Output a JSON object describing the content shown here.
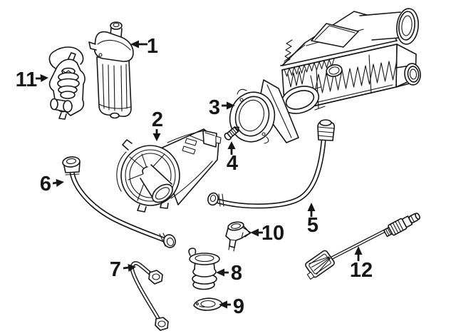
{
  "diagram": {
    "colors": {
      "background": "#ffffff",
      "line": "#161616"
    },
    "callouts": [
      {
        "num": "1"
      },
      {
        "num": "2"
      },
      {
        "num": "3"
      },
      {
        "num": "4"
      },
      {
        "num": "5"
      },
      {
        "num": "6"
      },
      {
        "num": "7"
      },
      {
        "num": "8"
      },
      {
        "num": "9"
      },
      {
        "num": "10"
      },
      {
        "num": "11"
      },
      {
        "num": "12"
      }
    ]
  }
}
